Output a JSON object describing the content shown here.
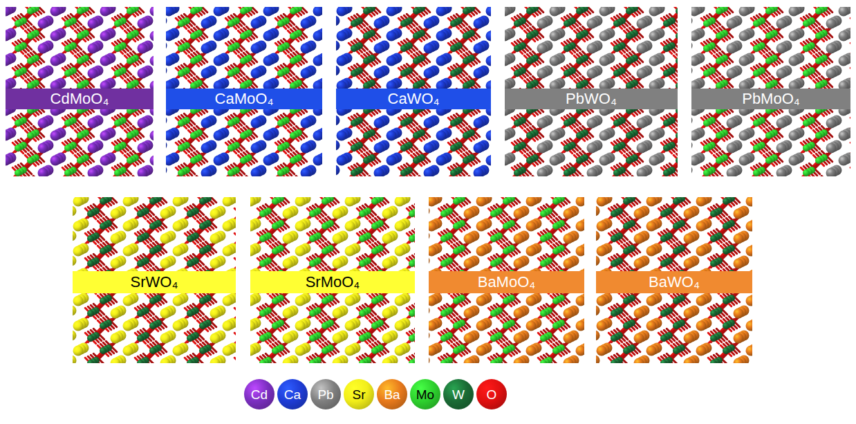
{
  "diagram": {
    "nodes": [
      {
        "text": [
          "CdMoO₄"
        ]
      },
      {
        "text": [
          "CaMoO₄"
        ]
      },
      {
        "text": [
          "CaWO₄"
        ]
      },
      {
        "text": [
          "PbWO₄"
        ]
      },
      {
        "text": [
          "PbMoO₄"
        ]
      },
      {
        "text": [
          "SrWO₄"
        ]
      },
      {
        "text": [
          "SrMoO₄"
        ]
      },
      {
        "text": [
          "BaMoO₄"
        ]
      },
      {
        "text": [
          "BaWO₄"
        ]
      }
    ],
    "legend": [
      {
        "text": "Cd",
        "color": "#7b2fc0"
      },
      {
        "text": "Ca",
        "color": "#1e3cd6"
      },
      {
        "text": "Pb",
        "color": "#7f7f7f"
      },
      {
        "text": "Sr",
        "color": "#f2ee1a"
      },
      {
        "text": "Ba",
        "color": "#e87a1c"
      },
      {
        "text": "Mo",
        "color": "#2ed12e"
      },
      {
        "text": "W",
        "color": "#1b6b35"
      },
      {
        "text": "O",
        "color": "#e01010"
      }
    ]
  }
}
